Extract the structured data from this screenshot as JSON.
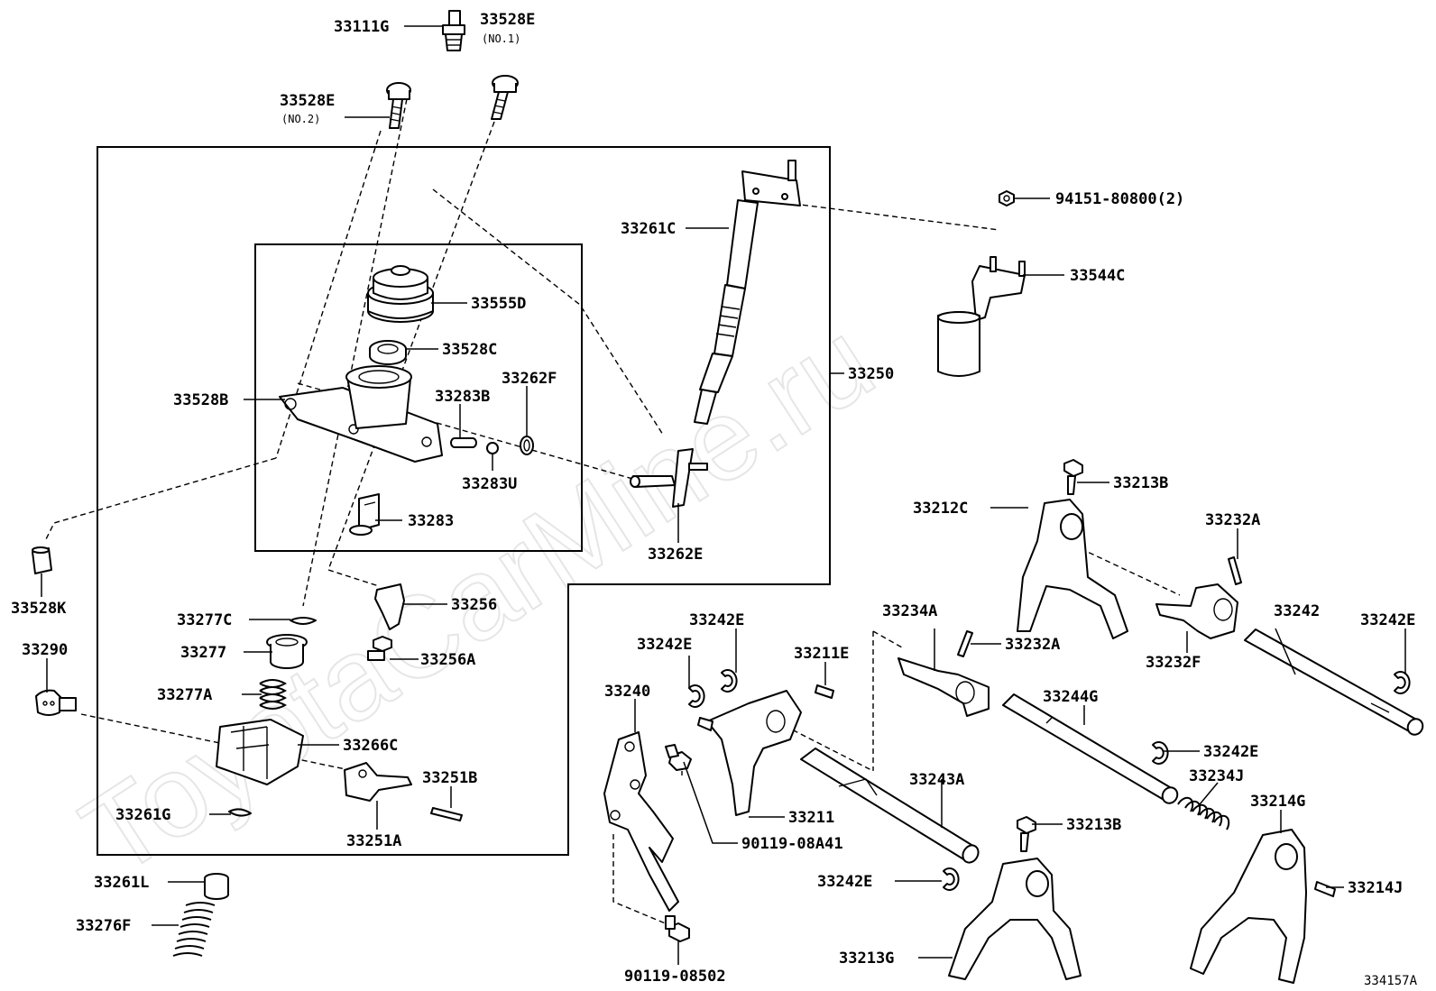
{
  "watermark": "ToyotaCarMine.ru",
  "diagram_id": "334157A",
  "groups": {
    "outer": "33250"
  },
  "sublabels": {
    "no1": "(NO.1)",
    "no2": "(NO.2)"
  },
  "parts": [
    {
      "key": "p33111G",
      "label": "33111G"
    },
    {
      "key": "p33528E_1",
      "label": "33528E"
    },
    {
      "key": "p33528E_2",
      "label": "33528E"
    },
    {
      "key": "p33261C",
      "label": "33261C"
    },
    {
      "key": "p94151",
      "label": "94151-80800(2)"
    },
    {
      "key": "p33544C",
      "label": "33544C"
    },
    {
      "key": "p33555D",
      "label": "33555D"
    },
    {
      "key": "p33528C",
      "label": "33528C"
    },
    {
      "key": "p33528B",
      "label": "33528B"
    },
    {
      "key": "p33283B",
      "label": "33283B"
    },
    {
      "key": "p33262F",
      "label": "33262F"
    },
    {
      "key": "p33283U",
      "label": "33283U"
    },
    {
      "key": "p33283",
      "label": "33283"
    },
    {
      "key": "p33262E",
      "label": "33262E"
    },
    {
      "key": "p33213B_1",
      "label": "33213B"
    },
    {
      "key": "p33212C",
      "label": "33212C"
    },
    {
      "key": "p33232A_1",
      "label": "33232A"
    },
    {
      "key": "p33528K",
      "label": "33528K"
    },
    {
      "key": "p33277C",
      "label": "33277C"
    },
    {
      "key": "p33256",
      "label": "33256"
    },
    {
      "key": "p33234A",
      "label": "33234A"
    },
    {
      "key": "p33242E_1",
      "label": "33242E"
    },
    {
      "key": "p33242",
      "label": "33242"
    },
    {
      "key": "p33242E_2",
      "label": "33242E"
    },
    {
      "key": "p33290",
      "label": "33290"
    },
    {
      "key": "p33242E_3",
      "label": "33242E"
    },
    {
      "key": "p33232A_2",
      "label": "33232A"
    },
    {
      "key": "p33232F",
      "label": "33232F"
    },
    {
      "key": "p33277",
      "label": "33277"
    },
    {
      "key": "p33256A",
      "label": "33256A"
    },
    {
      "key": "p33211E",
      "label": "33211E"
    },
    {
      "key": "p33240",
      "label": "33240"
    },
    {
      "key": "p33277A",
      "label": "33277A"
    },
    {
      "key": "p33244G",
      "label": "33244G"
    },
    {
      "key": "p33266C",
      "label": "33266C"
    },
    {
      "key": "p33242E_4",
      "label": "33242E"
    },
    {
      "key": "p33251B",
      "label": "33251B"
    },
    {
      "key": "p33243A",
      "label": "33243A"
    },
    {
      "key": "p33234J",
      "label": "33234J"
    },
    {
      "key": "p33261G",
      "label": "33261G"
    },
    {
      "key": "p33211",
      "label": "33211"
    },
    {
      "key": "p33214G",
      "label": "33214G"
    },
    {
      "key": "p33251A",
      "label": "33251A"
    },
    {
      "key": "p90119A41",
      "label": "90119-08A41"
    },
    {
      "key": "p33213B_2",
      "label": "33213B"
    },
    {
      "key": "p33261L",
      "label": "33261L"
    },
    {
      "key": "p33242E_5",
      "label": "33242E"
    },
    {
      "key": "p33214J",
      "label": "33214J"
    },
    {
      "key": "p33276F",
      "label": "33276F"
    },
    {
      "key": "p33213G",
      "label": "33213G"
    },
    {
      "key": "p90119502",
      "label": "90119-08502"
    }
  ]
}
